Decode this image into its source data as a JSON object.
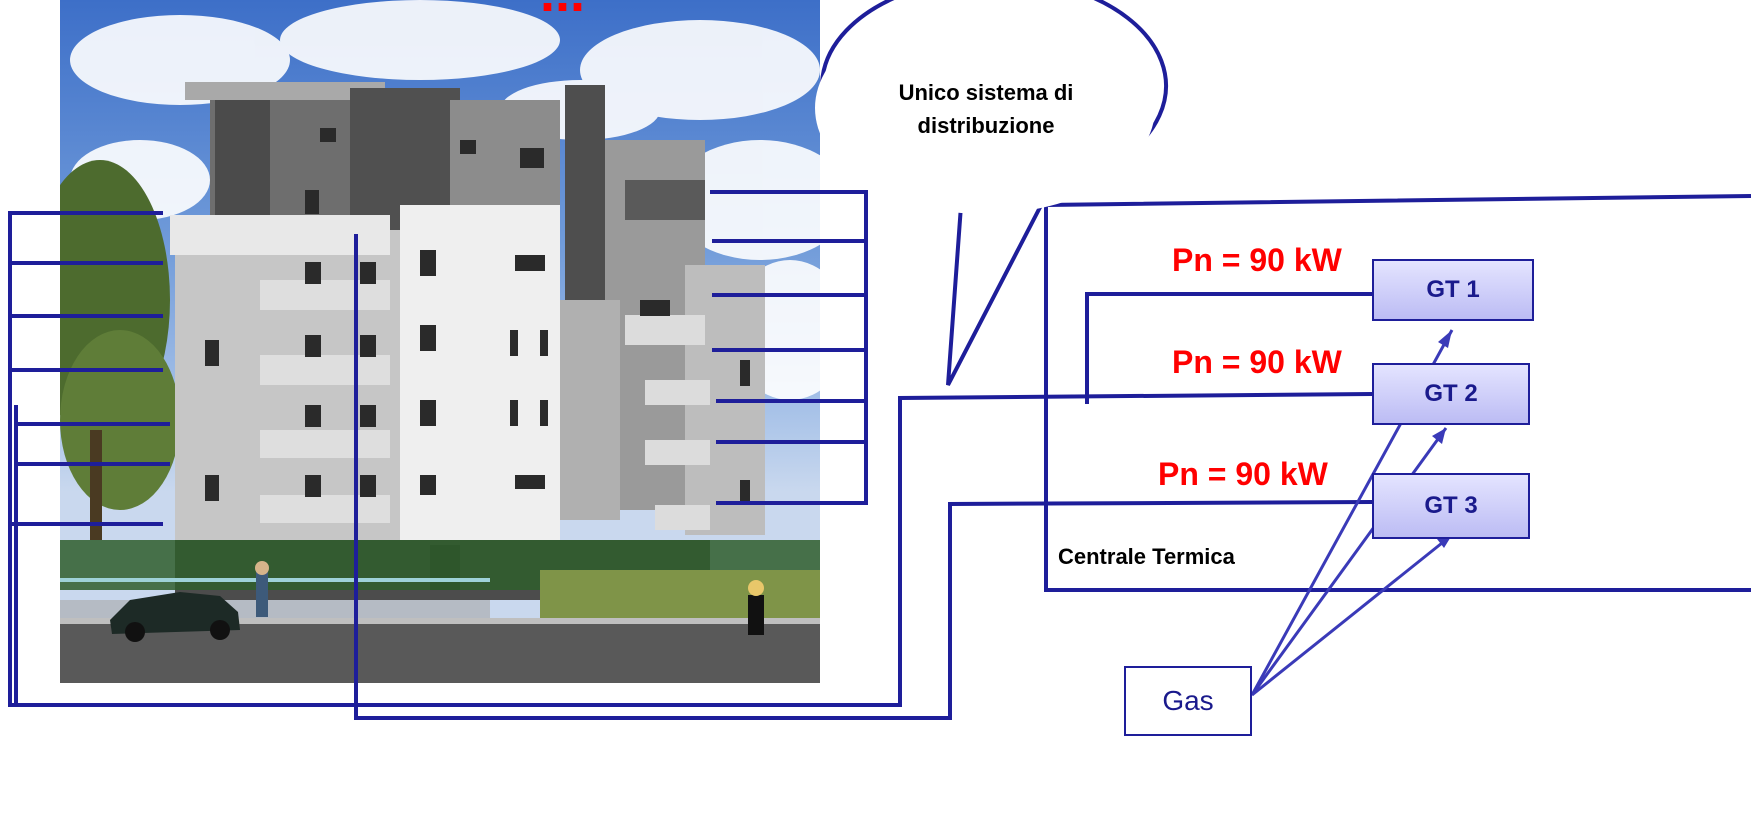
{
  "title_fragment": "...",
  "callout": {
    "line1": "Unico sistema di",
    "line2": "distribuzione"
  },
  "boilers": [
    {
      "label": "GT 1",
      "power": "Pn = 90 kW"
    },
    {
      "label": "GT 2",
      "power": "Pn = 90 kW"
    },
    {
      "label": "GT 3",
      "power": "Pn = 90 kW"
    }
  ],
  "plant_label": "Centrale Termica",
  "gas_label": "Gas",
  "colors": {
    "pipe": "#1e1e9a",
    "power_text": "#ff0000",
    "boiler_fill": "#c8c8f8",
    "sky": "#4a78d0",
    "building_white": "#e8e8e8",
    "building_gray": "#8a8a8a"
  }
}
